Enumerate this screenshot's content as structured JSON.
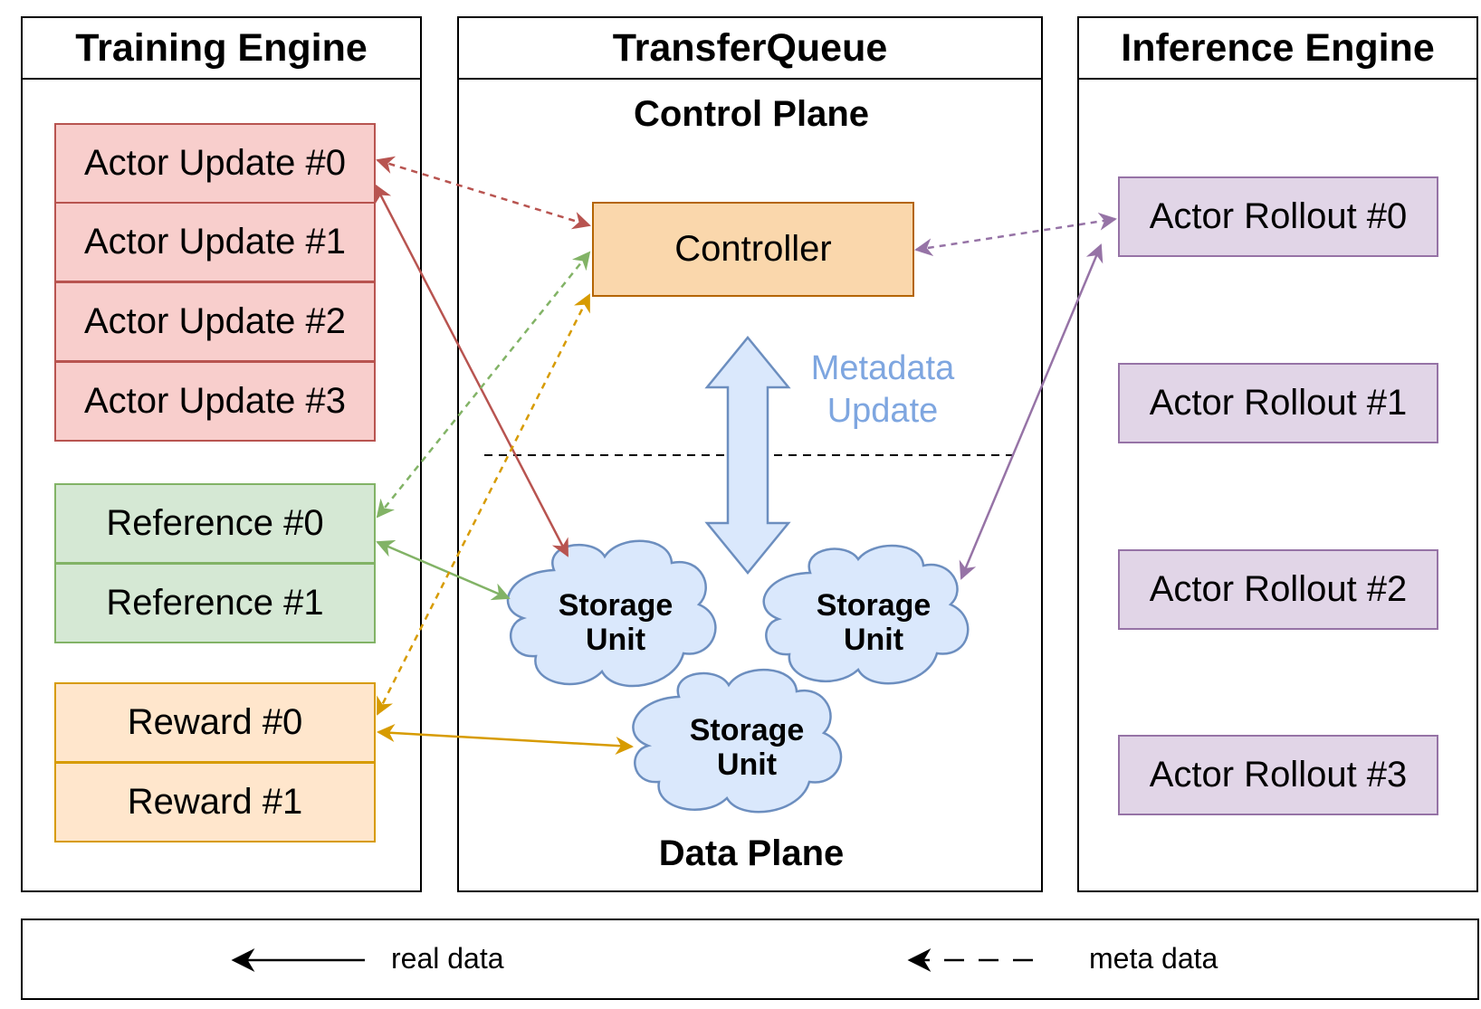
{
  "panels": {
    "training": "Training Engine",
    "transfer": "TransferQueue",
    "inference": "Inference Engine"
  },
  "training": {
    "actor_updates": [
      "Actor Update #0",
      "Actor Update #1",
      "Actor Update #2",
      "Actor Update #3"
    ],
    "references": [
      "Reference #0",
      "Reference #1"
    ],
    "rewards": [
      "Reward #0",
      "Reward #1"
    ]
  },
  "transfer": {
    "control_plane": "Control Plane",
    "controller": "Controller",
    "metadata_update_line1": "Metadata",
    "metadata_update_line2": "Update",
    "storage_units": [
      {
        "line1": "Storage",
        "line2": "Unit"
      },
      {
        "line1": "Storage",
        "line2": "Unit"
      },
      {
        "line1": "Storage",
        "line2": "Unit"
      }
    ],
    "data_plane": "Data Plane"
  },
  "inference": {
    "rollouts": [
      "Actor Rollout #0",
      "Actor Rollout #1",
      "Actor Rollout #2",
      "Actor Rollout #3"
    ]
  },
  "legend": {
    "real_data": "real data",
    "meta_data": "meta data"
  },
  "colors": {
    "actor_update": "#b85450",
    "reference": "#82b366",
    "reward": "#d79b00",
    "rollout": "#9673a6",
    "metadata": "#7ea6e0"
  }
}
